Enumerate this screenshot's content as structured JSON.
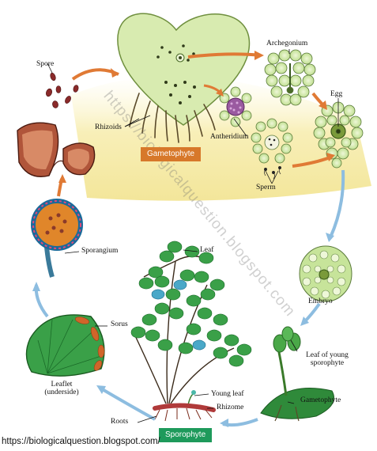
{
  "labels": {
    "spore": "Spore",
    "rhizoids": "Rhizoids",
    "gametophyte_box": "Gametophyte",
    "archegonium": "Archegonium",
    "egg": "Egg",
    "antheridium": "Antheridium",
    "sperm": "Sperm",
    "sporangium": "Sporangium",
    "leaf": "Leaf",
    "embryo": "Embryo",
    "sorus": "Sorus",
    "leaflet_line1": "Leaflet",
    "leaflet_line2": "(underside)",
    "leaf_young_line1": "Leaf of young",
    "leaf_young_line2": "sporophyte",
    "gametophyte": "Gametophyte",
    "young_leaf": "Young leaf",
    "rhizome": "Rhizome",
    "roots": "Roots",
    "sporophyte_box": "Sporophyte"
  },
  "watermark": "https://biologicalquestion.blogspot.com",
  "footer_url": "https://biologicalquestion.blogspot.com/",
  "colors": {
    "gametophyte_stage_bg": "#f6eeb0",
    "prothallus_green": "#d8ebb0",
    "cell_green": "#bfe08a",
    "leaf_green": "#2f8f3a",
    "sorus_orange": "#d0652a",
    "arrow_orange": "#e07a35",
    "arrow_blue": "#8dbde0",
    "gametophyte_label_bg": "#d7782a",
    "sporophyte_label_bg": "#1e9a5b"
  }
}
